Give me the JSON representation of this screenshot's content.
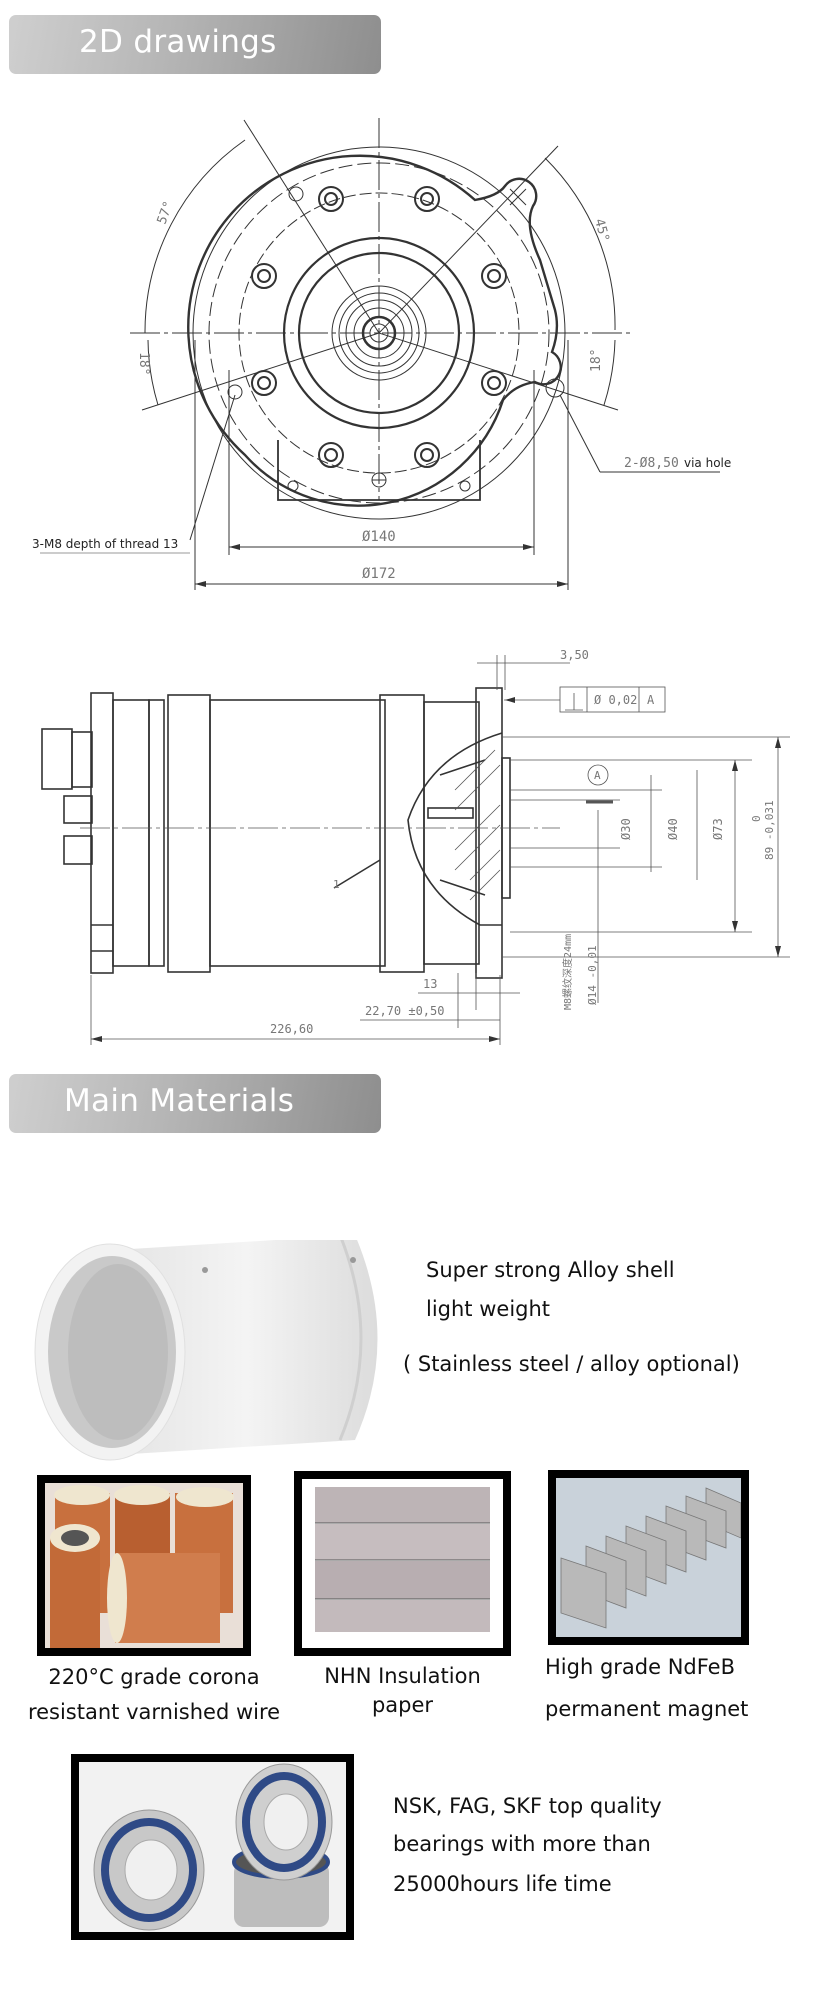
{
  "sections": {
    "drawings_title": "2D drawings",
    "materials_title": "Main Materials"
  },
  "front_view": {
    "angle_57": "57°",
    "angle_45": "45°",
    "angle_18_left": "18°",
    "angle_18_right": "18°",
    "via_hole_dim": "2-Ø8,50",
    "via_hole_label": "via hole",
    "thread_label": "3-M8 depth of thread 13",
    "dia_140": "Ø140",
    "dia_172": "Ø172"
  },
  "side_view": {
    "dim_3_50": "3,50",
    "tolerance_symbol": "⊥",
    "tolerance_value": "Ø 0,02",
    "tolerance_datum": "A",
    "datum_a": "A",
    "dia_30": "Ø30",
    "dia_40": "Ø40",
    "dia_73": "Ø73",
    "dia_89_top": "0",
    "dia_89": "89 -0,031",
    "dia_14": "Ø14 -0,01",
    "thread_note": "M8螺纹深度24mm",
    "part_1": "1",
    "dim_13": "13",
    "dim_22_70": "22,70 ±0,50",
    "dim_226_60": "226,60"
  },
  "materials": {
    "shell": {
      "line1": "Super strong Alloy shell",
      "line2": "light weight",
      "line3": "( Stainless steel / alloy optional)"
    },
    "wire": {
      "line1": "220°C grade corona",
      "line2": "resistant varnished wire"
    },
    "paper": {
      "line1": "NHN Insulation",
      "line2": "paper"
    },
    "magnet": {
      "line1": "High grade NdFeB",
      "line2": "permanent magnet"
    },
    "bearings": {
      "line1": "NSK, FAG, SKF top quality",
      "line2": "bearings with more than",
      "line3": "25000hours life time"
    }
  },
  "colors": {
    "banner_light": "#cfcfcf",
    "banner_dark": "#8e8e8e",
    "copper": "#c8703e",
    "bearing_seal": "#2f4a86"
  }
}
